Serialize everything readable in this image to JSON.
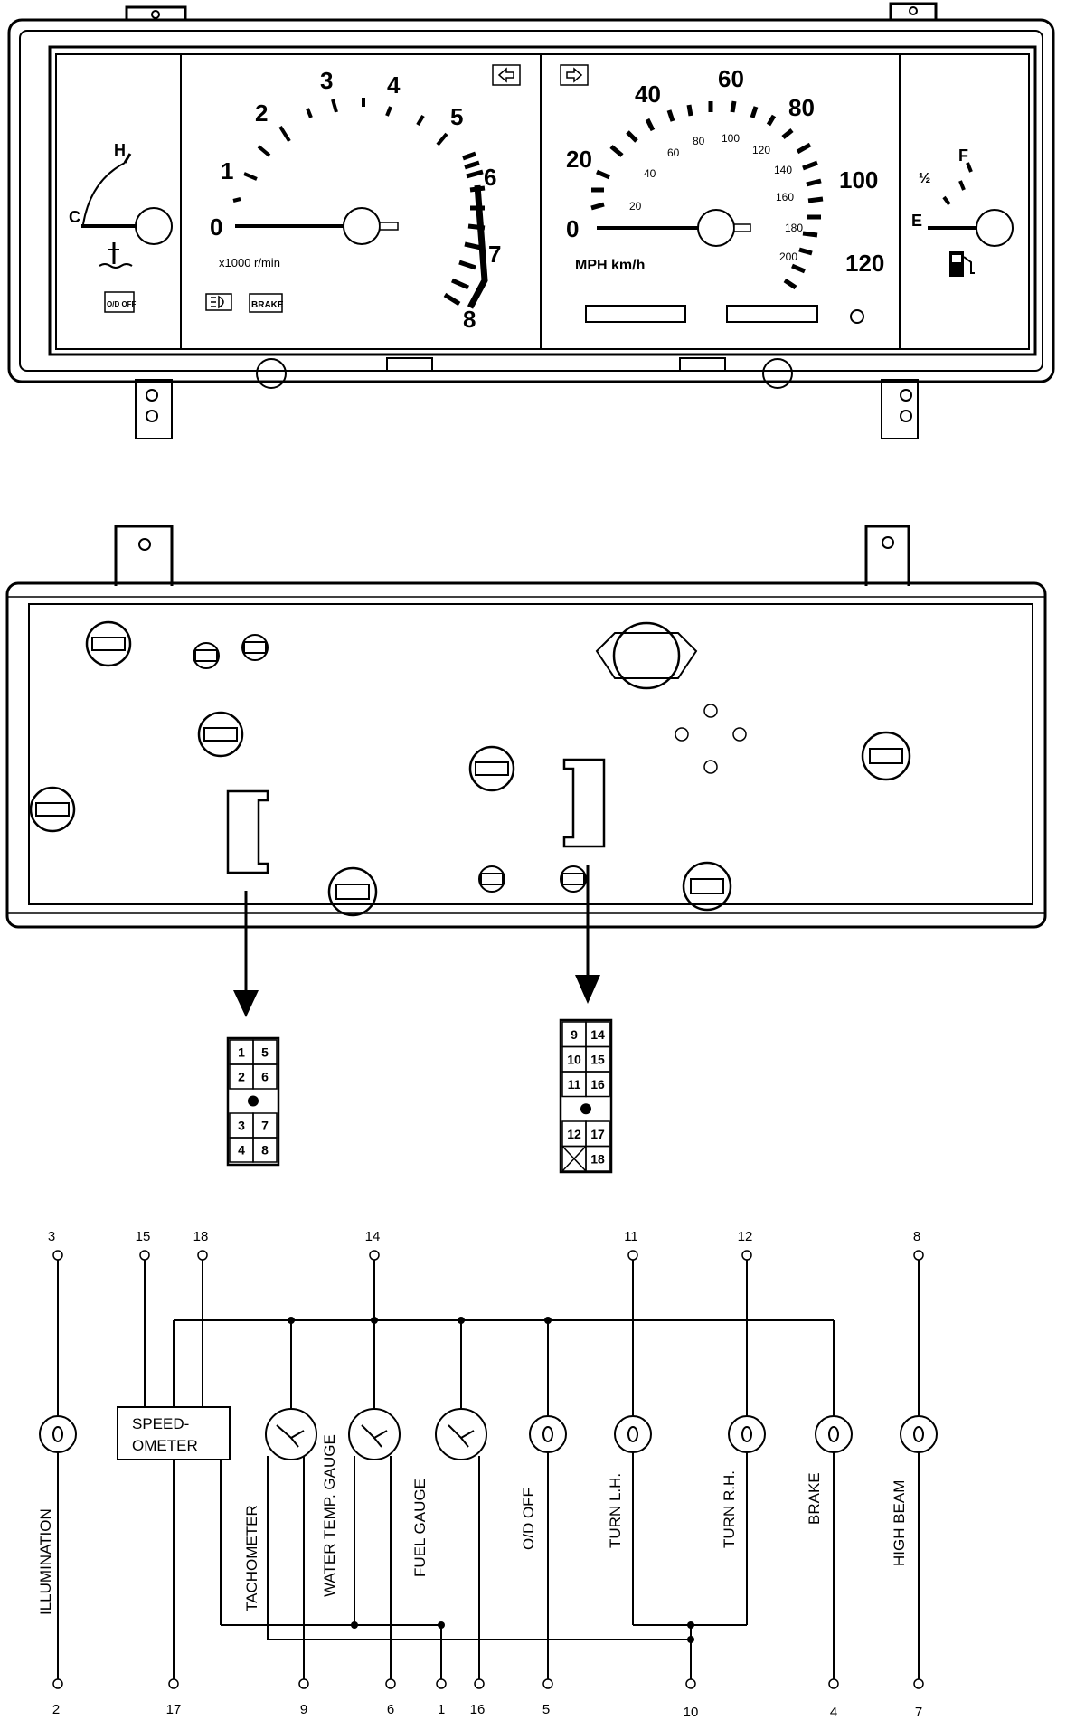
{
  "front_panel": {
    "temp_gauge": {
      "hot_label": "H",
      "cold_label": "C"
    },
    "od_off_indicator": "O/D OFF",
    "tachometer": {
      "numbers": [
        "0",
        "1",
        "2",
        "3",
        "4",
        "5",
        "6",
        "7",
        "8"
      ],
      "unit_label": "x1000 r/min"
    },
    "brake_indicator": "BRAKE",
    "speedometer": {
      "mph_numbers": [
        "0",
        "20",
        "40",
        "60",
        "80",
        "100",
        "120"
      ],
      "kmh_numbers": [
        "20",
        "40",
        "60",
        "80",
        "100",
        "120",
        "140",
        "160",
        "180",
        "200"
      ],
      "unit_label": "MPH km/h"
    },
    "fuel_gauge": {
      "full_label": "F",
      "half_label": "½",
      "empty_label": "E"
    }
  },
  "connectors": {
    "left": {
      "rows": [
        [
          "1",
          "5"
        ],
        [
          "2",
          "6"
        ],
        [
          "•",
          ""
        ],
        [
          "3",
          "7"
        ],
        [
          "4",
          "8"
        ]
      ]
    },
    "right": {
      "rows": [
        [
          "9",
          "14"
        ],
        [
          "10",
          "15"
        ],
        [
          "11",
          "16"
        ],
        [
          "•",
          ""
        ],
        [
          "12",
          "17"
        ],
        [
          "X",
          "18"
        ]
      ]
    }
  },
  "schematic": {
    "top_terminals": [
      "3",
      "15",
      "18",
      "14",
      "11",
      "12",
      "8"
    ],
    "bottom_terminals": [
      "2",
      "17",
      "9",
      "6",
      "1",
      "16",
      "5",
      "10",
      "4",
      "7"
    ],
    "speedometer_box": [
      "SPEED-",
      "OMETER"
    ],
    "components": [
      {
        "label": "ILLUMINATION",
        "type": "lamp"
      },
      {
        "label": "TACHOMETER",
        "type": "meter"
      },
      {
        "label": "WATER TEMP. GAUGE",
        "type": "meter"
      },
      {
        "label": "FUEL GAUGE",
        "type": "meter"
      },
      {
        "label": "O/D OFF",
        "type": "lamp"
      },
      {
        "label": "TURN L.H.",
        "type": "lamp"
      },
      {
        "label": "TURN R.H.",
        "type": "lamp"
      },
      {
        "label": "BRAKE",
        "type": "lamp"
      },
      {
        "label": "HIGH BEAM",
        "type": "lamp"
      }
    ]
  }
}
